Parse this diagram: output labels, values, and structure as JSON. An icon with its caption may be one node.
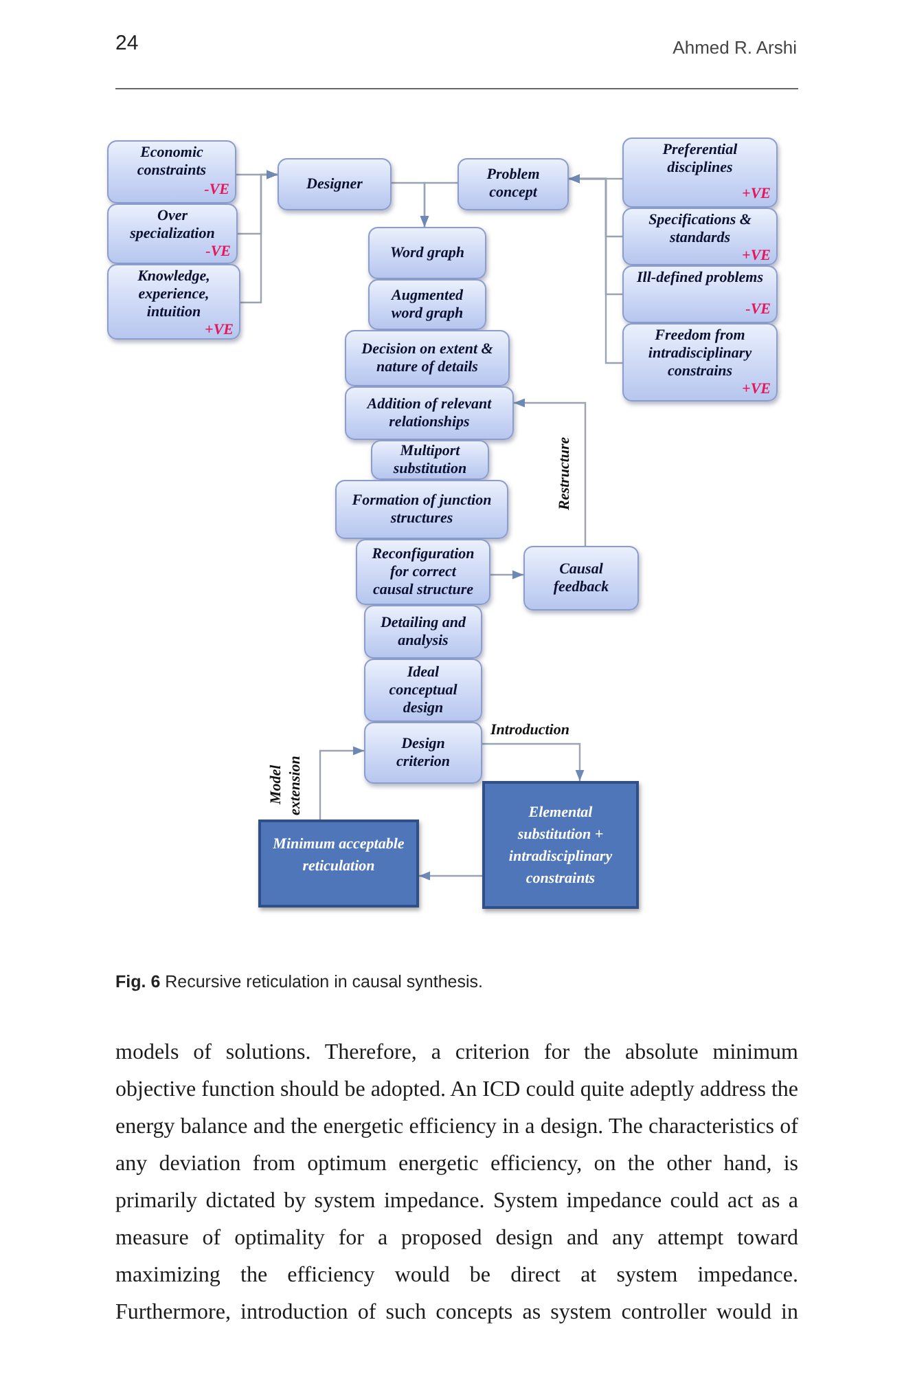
{
  "diagram": {
    "caption": "**Fig. 6** Recursive reticulation in causal synthesis.",
    "nodes": [
      {
        "text": [
          "Economic constraints",
          "-VE"
        ]
      },
      {
        "text": [
          "Over specialization",
          "-VE"
        ]
      },
      {
        "text": [
          "Knowledge, experience, intuition",
          "+VE"
        ]
      },
      {
        "text": [
          "Designer"
        ]
      },
      {
        "text": [
          "Problem concept"
        ]
      },
      {
        "text": [
          "Preferential disciplines",
          "+VE"
        ]
      },
      {
        "text": [
          "Specifications & standards",
          "+VE"
        ]
      },
      {
        "text": [
          "Ill-defined problems",
          "-VE"
        ]
      },
      {
        "text": [
          "Freedom from intradisciplinary constrains",
          "+VE"
        ]
      },
      {
        "text": [
          "Word graph"
        ]
      },
      {
        "text": [
          "Augmented word graph"
        ]
      },
      {
        "text": [
          "Decision on extent & nature of details"
        ]
      },
      {
        "text": [
          "Addition of relevant relationships"
        ]
      },
      {
        "text": [
          "Multiport substitution"
        ]
      },
      {
        "text": [
          "Formation of junction structures"
        ]
      },
      {
        "text": [
          "Reconfiguration for correct causal structure"
        ]
      },
      {
        "text": [
          "Causal feedback"
        ]
      },
      {
        "text": [
          "Detailing and analysis"
        ]
      },
      {
        "text": [
          "Ideal conceptual design"
        ]
      },
      {
        "text": [
          "Design criterion"
        ]
      },
      {
        "text": [
          "Elemental substitution + intradisciplinary constraints"
        ]
      },
      {
        "text": [
          "Minimum acceptable reticulation"
        ]
      }
    ],
    "edges": [
      {
        "from": 0,
        "to": 3,
        "arrow": "to"
      },
      {
        "from": 1,
        "to": 3,
        "arrow": "to"
      },
      {
        "from": 2,
        "to": 3,
        "arrow": "to"
      },
      {
        "from": 5,
        "to": 4,
        "arrow": "to"
      },
      {
        "from": 6,
        "to": 4,
        "arrow": "to"
      },
      {
        "from": 7,
        "to": 4,
        "arrow": "to"
      },
      {
        "from": 8,
        "to": 4,
        "arrow": "to"
      },
      {
        "from": 3,
        "to": 9,
        "arrow": "to"
      },
      {
        "from": 4,
        "to": 9,
        "arrow": "to"
      },
      {
        "from": 15,
        "to": 16,
        "arrow": "to"
      },
      {
        "from": 16,
        "to": 12,
        "arrow": "to",
        "label": "Restructure"
      },
      {
        "from": 19,
        "to": 20,
        "arrow": "to",
        "label": "Introduction"
      },
      {
        "from": 20,
        "to": 21,
        "arrow": "to"
      },
      {
        "from": 21,
        "to": 19,
        "arrow": "to",
        "label": "Model extension"
      }
    ],
    "labels": [
      "24",
      "Ahmed R. Arshi",
      "models of solutions. Therefore, a criterion for the absolute minimum objective function should be adopted. An ICD could quite adeptly address the energy balance and the energetic efficiency in a design. The characteristics of any deviation from optimum energetic efficiency, on the other hand, is primarily dictated by system impedance. System impedance could act as a measure of optimality for a proposed design and any attempt toward maximizing the efficiency would be direct at system impedance. Furthermore, introduction of such concepts as system controller would in"
    ]
  }
}
